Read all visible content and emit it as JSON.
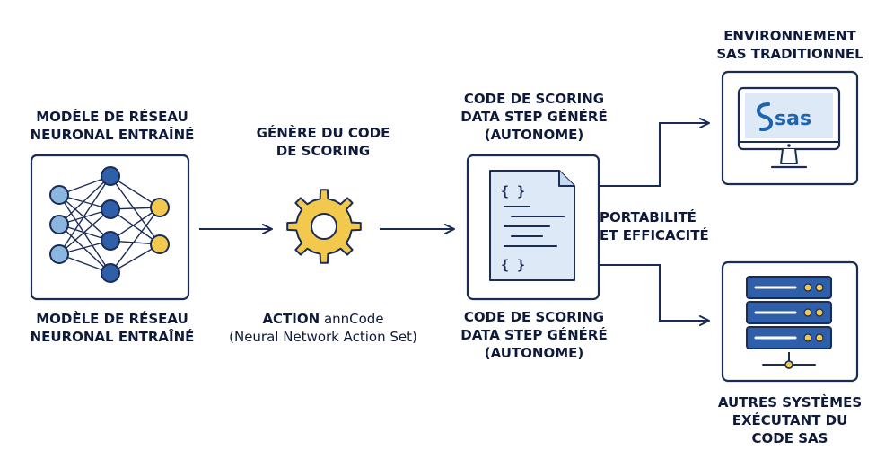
{
  "nodes": {
    "model": {
      "title_lines": [
        "MODÈLE DE RÉSEAU",
        "NEURONAL ENTRAÎNÉ"
      ],
      "caption_lines": [
        "MODÈLE DE RÉSEAU",
        "NEURONAL ENTRAÎNÉ"
      ]
    },
    "action": {
      "title_lines": [
        "GÉNÈRE DU CODE",
        "DE SCORING"
      ],
      "caption_bold": "ACTION",
      "caption_rest": " annCode",
      "caption_line2": "(Neural Network Action Set)"
    },
    "code": {
      "title_lines": [
        "CODE DE SCORING",
        "DATA STEP GÉNÉRÉ",
        "(AUTONOME)"
      ],
      "caption_lines": [
        "CODE DE SCORING",
        "DATA STEP GÉNÉRÉ",
        "(AUTONOME)"
      ],
      "brace_top": "{ }",
      "brace_bottom": "{ }"
    },
    "sas_env": {
      "title_lines": [
        "ENVIRONNEMENT",
        "SAS TRADITIONNEL"
      ],
      "logo_text": "sas"
    },
    "other": {
      "caption_lines": [
        "AUTRES SYSTÈMES",
        "EXÉCUTANT DU",
        "CODE SAS"
      ]
    }
  },
  "branch_label_lines": [
    "PORTABILITÉ",
    "ET EFFICACITÉ"
  ],
  "colors": {
    "ink": "#1a2b55",
    "node_blue": "#2e5fa8",
    "node_light": "#8ab6e0",
    "node_yellow": "#f2c94c",
    "gear": "#f2c94c",
    "doc_fill": "#dde9f7",
    "sas_blue": "#1e63b0"
  }
}
